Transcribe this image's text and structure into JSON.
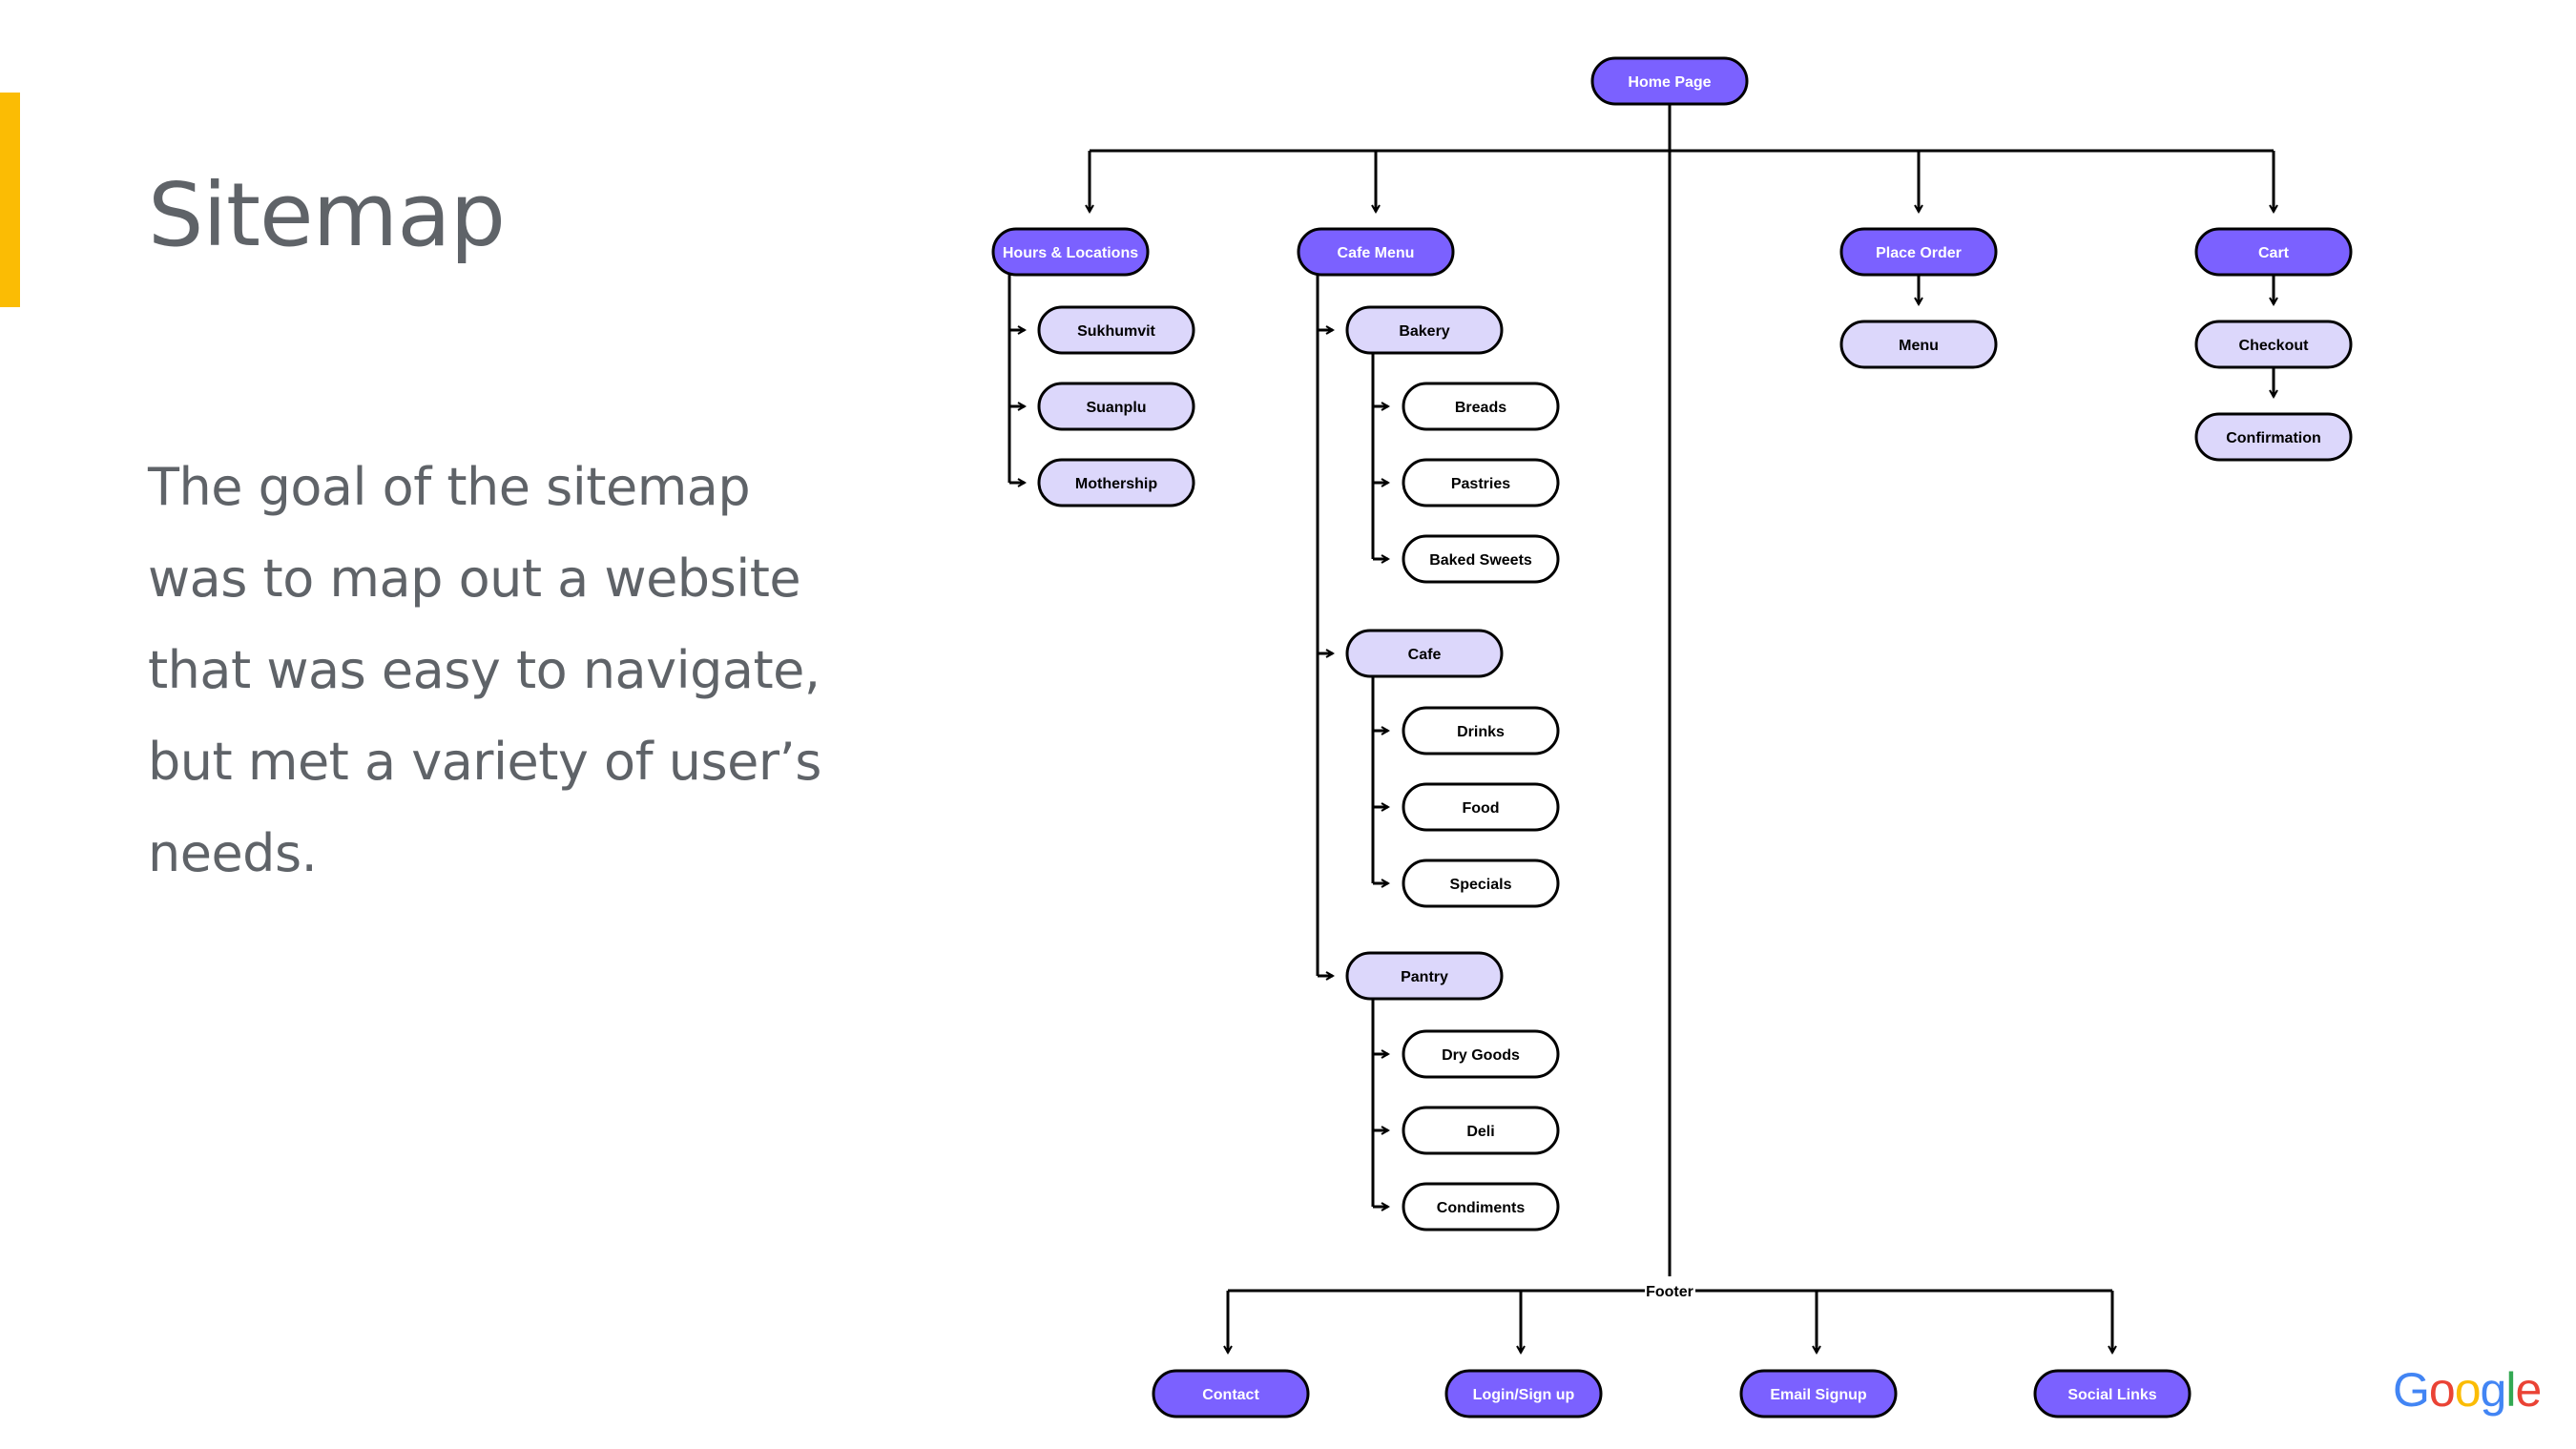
{
  "slide": {
    "title": "Sitemap",
    "body": "The goal of the sitemap was to map out a website that was easy to navigate, but met a variety of user’s needs.",
    "accent_color": "#fbbc04",
    "text_color": "#5f6368"
  },
  "logo": {
    "letters": [
      {
        "char": "G",
        "color": "#4285f4"
      },
      {
        "char": "o",
        "color": "#ea4335"
      },
      {
        "char": "o",
        "color": "#fbbc05"
      },
      {
        "char": "g",
        "color": "#4285f4"
      },
      {
        "char": "l",
        "color": "#34a853"
      },
      {
        "char": "e",
        "color": "#ea4335"
      }
    ]
  },
  "sitemap": {
    "colors": {
      "primary_fill": "#7b61ff",
      "light_fill": "#dcd7fb",
      "white_fill": "#ffffff",
      "stroke": "#000000"
    },
    "nodes": [
      {
        "id": "home",
        "label": "Home Page",
        "style": "primary"
      },
      {
        "id": "hours",
        "label": "Hours & Locations",
        "style": "primary"
      },
      {
        "id": "sukhumvit",
        "label": "Sukhumvit",
        "style": "light"
      },
      {
        "id": "suanplu",
        "label": "Suanplu",
        "style": "light"
      },
      {
        "id": "mothership",
        "label": "Mothership",
        "style": "light"
      },
      {
        "id": "cafemenu",
        "label": "Cafe Menu",
        "style": "primary"
      },
      {
        "id": "bakery",
        "label": "Bakery",
        "style": "light"
      },
      {
        "id": "breads",
        "label": "Breads",
        "style": "white"
      },
      {
        "id": "pastries",
        "label": "Pastries",
        "style": "white"
      },
      {
        "id": "bakedsweets",
        "label": "Baked Sweets",
        "style": "white"
      },
      {
        "id": "cafe",
        "label": "Cafe",
        "style": "light"
      },
      {
        "id": "drinks",
        "label": "Drinks",
        "style": "white"
      },
      {
        "id": "food",
        "label": "Food",
        "style": "white"
      },
      {
        "id": "specials",
        "label": "Specials",
        "style": "white"
      },
      {
        "id": "pantry",
        "label": "Pantry",
        "style": "light"
      },
      {
        "id": "drygoods",
        "label": "Dry Goods",
        "style": "white"
      },
      {
        "id": "deli",
        "label": "Deli",
        "style": "white"
      },
      {
        "id": "condiments",
        "label": "Condiments",
        "style": "white"
      },
      {
        "id": "placeorder",
        "label": "Place Order",
        "style": "primary"
      },
      {
        "id": "ordermenu",
        "label": "Menu",
        "style": "light"
      },
      {
        "id": "cart",
        "label": "Cart",
        "style": "primary"
      },
      {
        "id": "checkout",
        "label": "Checkout",
        "style": "light"
      },
      {
        "id": "confirmation",
        "label": "Confirmation",
        "style": "light"
      },
      {
        "id": "contact",
        "label": "Contact",
        "style": "primary"
      },
      {
        "id": "login",
        "label": "Login/Sign up",
        "style": "primary"
      },
      {
        "id": "email",
        "label": "Email Signup",
        "style": "primary"
      },
      {
        "id": "social",
        "label": "Social Links",
        "style": "primary"
      }
    ],
    "footer_label": "Footer"
  }
}
